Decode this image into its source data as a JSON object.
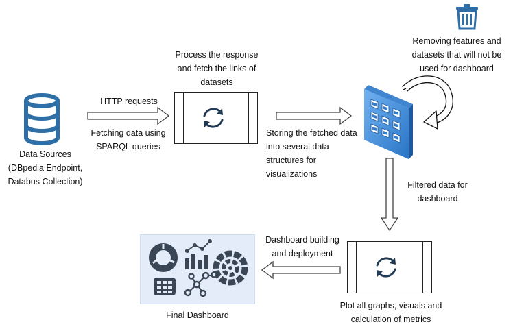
{
  "nodes": {
    "data_sources": "Data Sources\n(DBpedia Endpoint,\nDatabus Collection)",
    "process_response": "Process the response\nand fetch the links of\ndatasets",
    "removing_features": "Removing features and\ndatasets that will not be\nused for dashboard",
    "plot_graphs": "Plot all graphs, visuals and\ncalculation of metrics",
    "final_dashboard": "Final Dashboard"
  },
  "edges": {
    "http_requests": "HTTP requests",
    "fetching_data": "Fetching data using\nSPARQL queries",
    "storing_data": "Storing the fetched data\ninto several data\nstructures for\nvisualizations",
    "filtered_data": "Filtered data for\ndashboard",
    "dashboard_building": "Dashboard building\nand deployment"
  },
  "colors": {
    "database": "#2e6fa8",
    "cycle": "#1f3a52",
    "trash": "#2e6fa8",
    "dashboard_icons": "#3a4655",
    "dashboard_bg": "#e3ecf8"
  },
  "icons": {
    "database": "database-icon",
    "process": "refresh-cycle-icon",
    "storage": "data-grid-icon",
    "trash": "trash-icon",
    "dashboard": "dashboard-charts-icon"
  }
}
